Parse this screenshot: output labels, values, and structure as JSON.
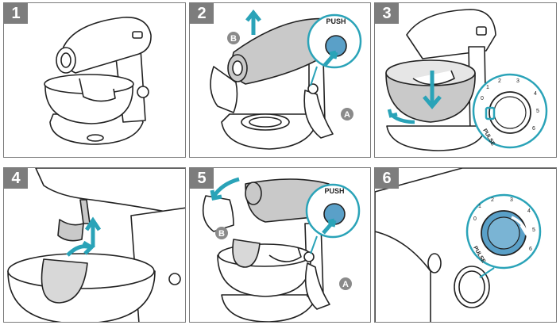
{
  "steps": [
    {
      "number": "1"
    },
    {
      "number": "2",
      "push_label": "PUSH",
      "callout_a": "A",
      "callout_b": "B"
    },
    {
      "number": "3",
      "dial": {
        "marks": [
          "0",
          "1",
          "2",
          "3",
          "4",
          "5",
          "6"
        ],
        "pulse_label": "PULSE"
      }
    },
    {
      "number": "4"
    },
    {
      "number": "5",
      "push_label": "PUSH",
      "callout_a": "A",
      "callout_b": "B"
    },
    {
      "number": "6",
      "dial": {
        "marks": [
          "0",
          "1",
          "2",
          "3",
          "4",
          "5",
          "6"
        ],
        "pulse_label": "PULSE"
      }
    }
  ],
  "colors": {
    "border": "#7a7a7a",
    "badge": "#7d7d7d",
    "accent": "#2aa3b8",
    "callout": "#8a8a8a"
  }
}
